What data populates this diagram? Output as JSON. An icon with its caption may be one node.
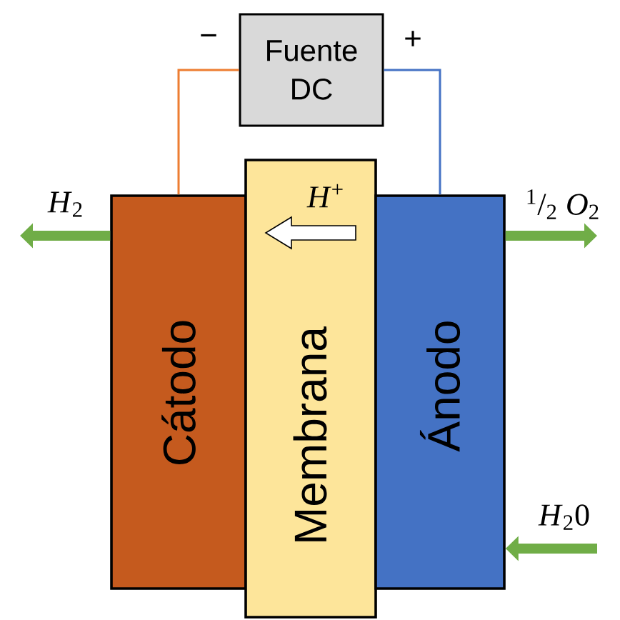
{
  "diagram": {
    "nodes": [
      {
        "text": [
          "Fuente DC"
        ],
        "beside": [
          "−",
          "+"
        ]
      },
      {
        "text": [
          "Cátodo"
        ]
      },
      {
        "text": [
          "Membrana"
        ]
      },
      {
        "text": [
          "Ánodo"
        ]
      }
    ],
    "edges": [
      {
        "from": 0,
        "to": 1,
        "arrow": "none",
        "color": "#ed7d31"
      },
      {
        "from": 0,
        "to": 3,
        "arrow": "none",
        "color": "#4472c4"
      },
      {
        "from": 1,
        "to": null,
        "arrow": "to",
        "label": "*H*$_{2}$"
      },
      {
        "from": 3,
        "to": null,
        "arrow": "to",
        "label": "$^{1}$/$_{2}$ *O*$_{2}$"
      },
      {
        "from": null,
        "to": 3,
        "arrow": "to",
        "label": "*H*$_{2}$0"
      }
    ],
    "labels": [
      "*H*$^{+}$"
    ]
  }
}
